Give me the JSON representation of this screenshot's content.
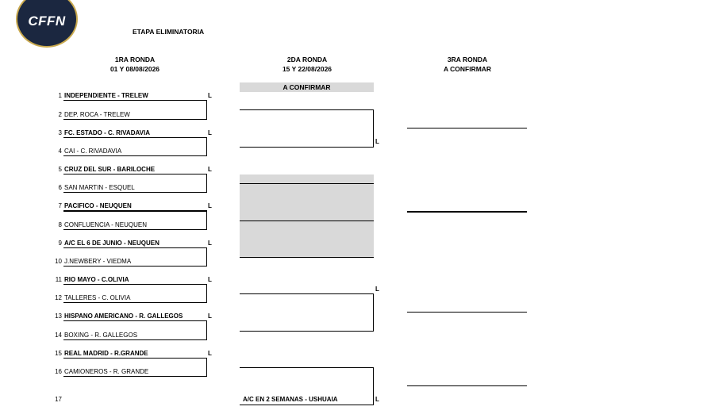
{
  "logo": {
    "text": "CFFN"
  },
  "title": "ETAPA ELIMINATORIA",
  "rounds": [
    {
      "name": "1RA RONDA",
      "date": "01 Y 08/08/2026"
    },
    {
      "name": "2DA RONDA",
      "date": "15 Y 22/08/2026"
    },
    {
      "name": "3RA RONDA",
      "date": "A CONFIRMAR"
    }
  ],
  "round2_banner": "A CONFIRMAR",
  "local_marker": "L",
  "entries": [
    {
      "num": "1",
      "team": "INDEPENDIENTE - TRELEW"
    },
    {
      "num": "2",
      "team": "DEP. ROCA - TRELEW"
    },
    {
      "num": "3",
      "team": "FC. ESTADO - C. RIVADAVIA"
    },
    {
      "num": "4",
      "team": "CAI - C. RIVADAVIA"
    },
    {
      "num": "5",
      "team": "CRUZ DEL SUR - BARILOCHE"
    },
    {
      "num": "6",
      "team": "SAN MARTIN  - ESQUEL"
    },
    {
      "num": "7",
      "team": "PACIFICO - NEUQUEN"
    },
    {
      "num": "8",
      "team": "CONFLUENCIA - NEUQUEN"
    },
    {
      "num": "9",
      "team": "A/C EL 6 DE JUNIO - NEUQUEN"
    },
    {
      "num": "10",
      "team": "J.NEWBERY - VIEDMA"
    },
    {
      "num": "11",
      "team": "RIO MAYO - C.OLIVIA"
    },
    {
      "num": "12",
      "team": "TALLERES - C. OLIVIA"
    },
    {
      "num": "13",
      "team": "HISPANO AMERICANO - R. GALLEGOS"
    },
    {
      "num": "14",
      "team": "BOXING - R. GALLEGOS"
    },
    {
      "num": "15",
      "team": "REAL MADRID - R.GRANDE"
    },
    {
      "num": "16",
      "team": "CAMIONEROS - R. GRANDE"
    },
    {
      "num": "17",
      "team": ""
    }
  ],
  "round2_footer": "A/C EN 2 SEMANAS - USHUAIA"
}
